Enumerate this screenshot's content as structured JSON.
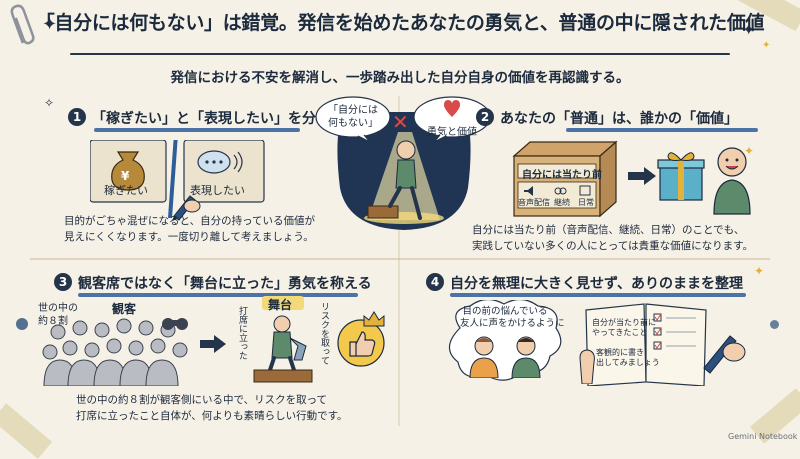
{
  "title": "「自分には何もない」は錯覚。発信を始めたあなたの勇気と、普通の中に隠された価値",
  "subtitle": "発信における不安を解消し、一歩踏み出した自分自身の価値を再認識する。",
  "sections": [
    {
      "number": "1",
      "heading": "「稼ぎたい」と「表現したい」を分ける",
      "label_left": "稼ぎたい",
      "label_right": "表現したい",
      "body_lines": [
        "目的がごちゃ混ぜになると、自分の持っている価値が",
        "見えにくくなります。一度切り離して考えましょう。"
      ]
    },
    {
      "number": "2",
      "heading": "あなたの「普通」は、誰かの「価値」",
      "box_label": "自分には当たり前",
      "box_items": [
        "音声配信",
        "継続",
        "日常"
      ],
      "body_lines": [
        "自分には当たり前（音声配信、継続、日常）のことでも、",
        "実践していない多くの人にとっては貴重な価値になります。"
      ]
    },
    {
      "number": "3",
      "heading": "観客席ではなく「舞台に立った」勇気を称える",
      "audience_label": "観客",
      "audience_note": [
        "世の中の",
        "約８割"
      ],
      "stage_label": "舞台",
      "stage_left_note": "打席に立った",
      "stage_right_note": "リスクを取って",
      "body_lines": [
        "世の中の約８割が観客側にいる中で、リスクを取って",
        "打席に立ったこと自体が、何よりも素晴らしい行動です。"
      ]
    },
    {
      "number": "4",
      "heading": "自分を無理に大きく見せず、ありのままを整理",
      "bubble_lines": [
        "目の前の悩んでいる",
        "友人に声をかけるように"
      ],
      "notebook_lines": [
        "自分が当たり前に",
        "やってきたこと",
        "客観的に書き",
        "出してみましょう"
      ]
    }
  ],
  "center": {
    "bubble_left": [
      "「自分には",
      "何もない」"
    ],
    "bubble_right": "勇気と価値"
  },
  "watermark": "Gemini Notebook",
  "colors": {
    "navy": "#24344a",
    "accent": "#2e5d9a",
    "gold": "#e2b23a",
    "paper": "#f6f1e6"
  },
  "icons": [
    "paperclip-icon",
    "money-bag-icon",
    "speech-bubble-icon",
    "pen-icon",
    "x-icon",
    "heart-icon",
    "box-icon",
    "gift-icon",
    "arrow-icon",
    "binoculars-icon",
    "thumbs-up-icon",
    "crown-icon",
    "notebook-icon"
  ]
}
